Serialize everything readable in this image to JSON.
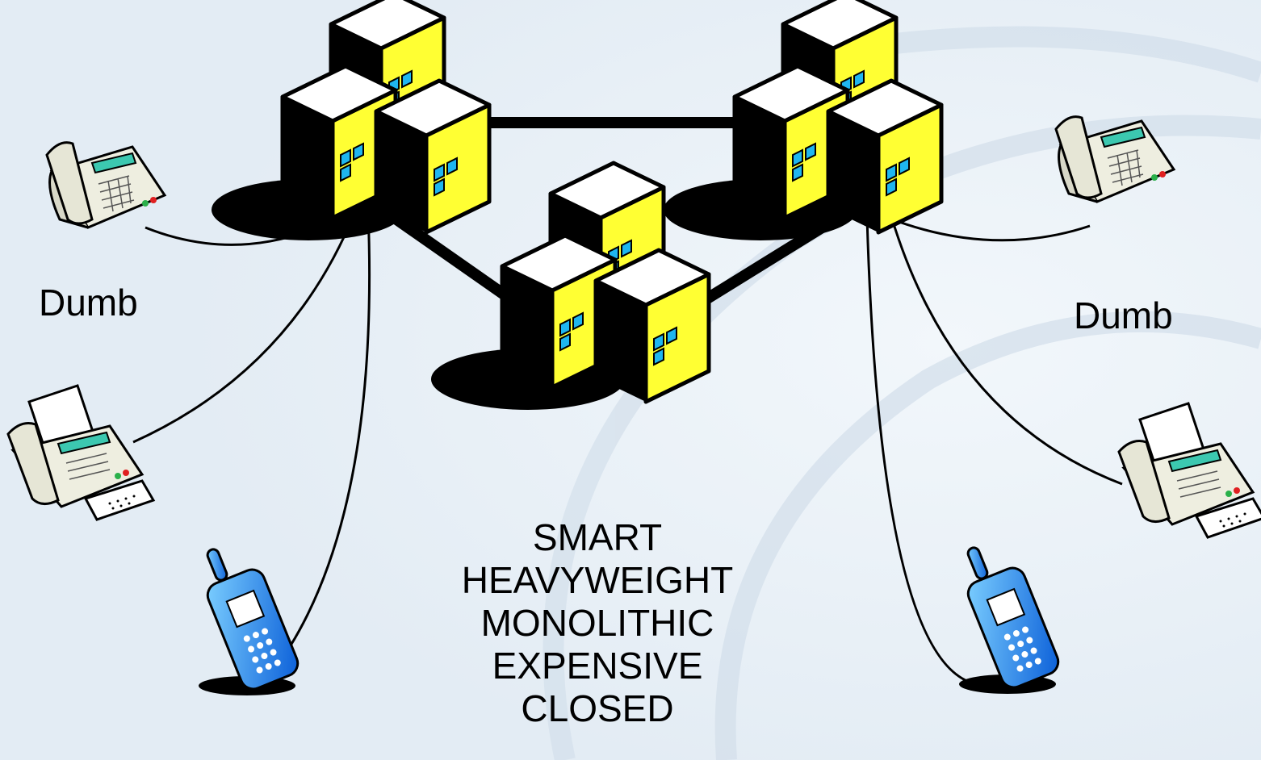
{
  "labels": {
    "left_dumb": "Dumb",
    "right_dumb": "Dumb"
  },
  "center_terms": [
    "SMART",
    "HEAVYWEIGHT",
    "MONOLITHIC",
    "EXPENSIVE",
    "CLOSED"
  ],
  "colors": {
    "background": "#e6eef5",
    "building_face": "#ffff33",
    "building_side": "#000000",
    "window": "#1fb6f0",
    "phone_body": "#eeeee0",
    "phone_display": "#3cc8b0",
    "mobile_body": "#1a8ff0"
  },
  "icons": [
    "building-cluster-icon",
    "desk-phone-icon",
    "fax-machine-icon",
    "mobile-phone-icon"
  ]
}
